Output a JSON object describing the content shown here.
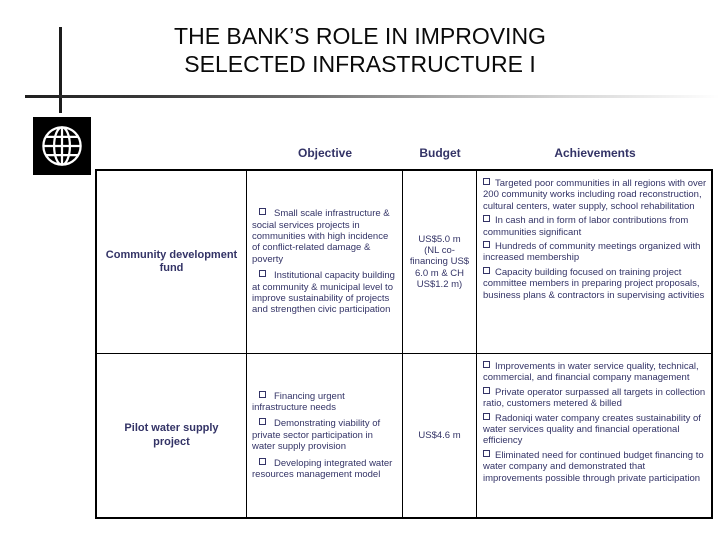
{
  "title": {
    "line1": "THE BANK’S ROLE IN IMPROVING",
    "line2": "SELECTED INFRASTRUCTURE I"
  },
  "logo": {
    "name": "world-bank-globe-logo"
  },
  "colors": {
    "text_navy": "#333366",
    "border": "#000000",
    "logo_bg": "#000000"
  },
  "table": {
    "headers": {
      "objective": "Objective",
      "budget": "Budget",
      "achievements": "Achievements"
    },
    "rows": [
      {
        "label": "Community development fund",
        "objective": [
          "Small scale infrastructure & social services projects in communities with high incidence of conflict-related damage & poverty",
          "Institutional capacity building at community & municipal level to improve sustainability of projects and strengthen civic participation"
        ],
        "budget": "US$5.0 m\n(NL co-\nfinancing US$\n6.0 m & CH\nUS$1.2 m)",
        "achievements": [
          "Targeted poor communities in all regions with over 200 community works including road reconstruction, cultural centers, water supply, school rehabilitation",
          "In cash and in form of labor contributions from communities significant",
          "Hundreds of community meetings organized with increased membership",
          "Capacity building focused on training project committee members in preparing project proposals, business plans & contractors in supervising activities"
        ]
      },
      {
        "label": "Pilot water supply project",
        "objective": [
          "Financing urgent infrastructure needs",
          "Demonstrating viability of private sector participation in water supply provision",
          "Developing integrated water resources management model"
        ],
        "budget": "US$4.6 m",
        "achievements": [
          "Improvements in water service quality, technical, commercial, and financial company management",
          "Private operator surpassed all targets in collection ratio, customers metered & billed",
          "Radoniqi water company creates sustainability of water services quality and financial operational efficiency",
          "Eliminated need for continued budget financing to water company and demonstrated that improvements possible through private participation"
        ]
      }
    ]
  }
}
